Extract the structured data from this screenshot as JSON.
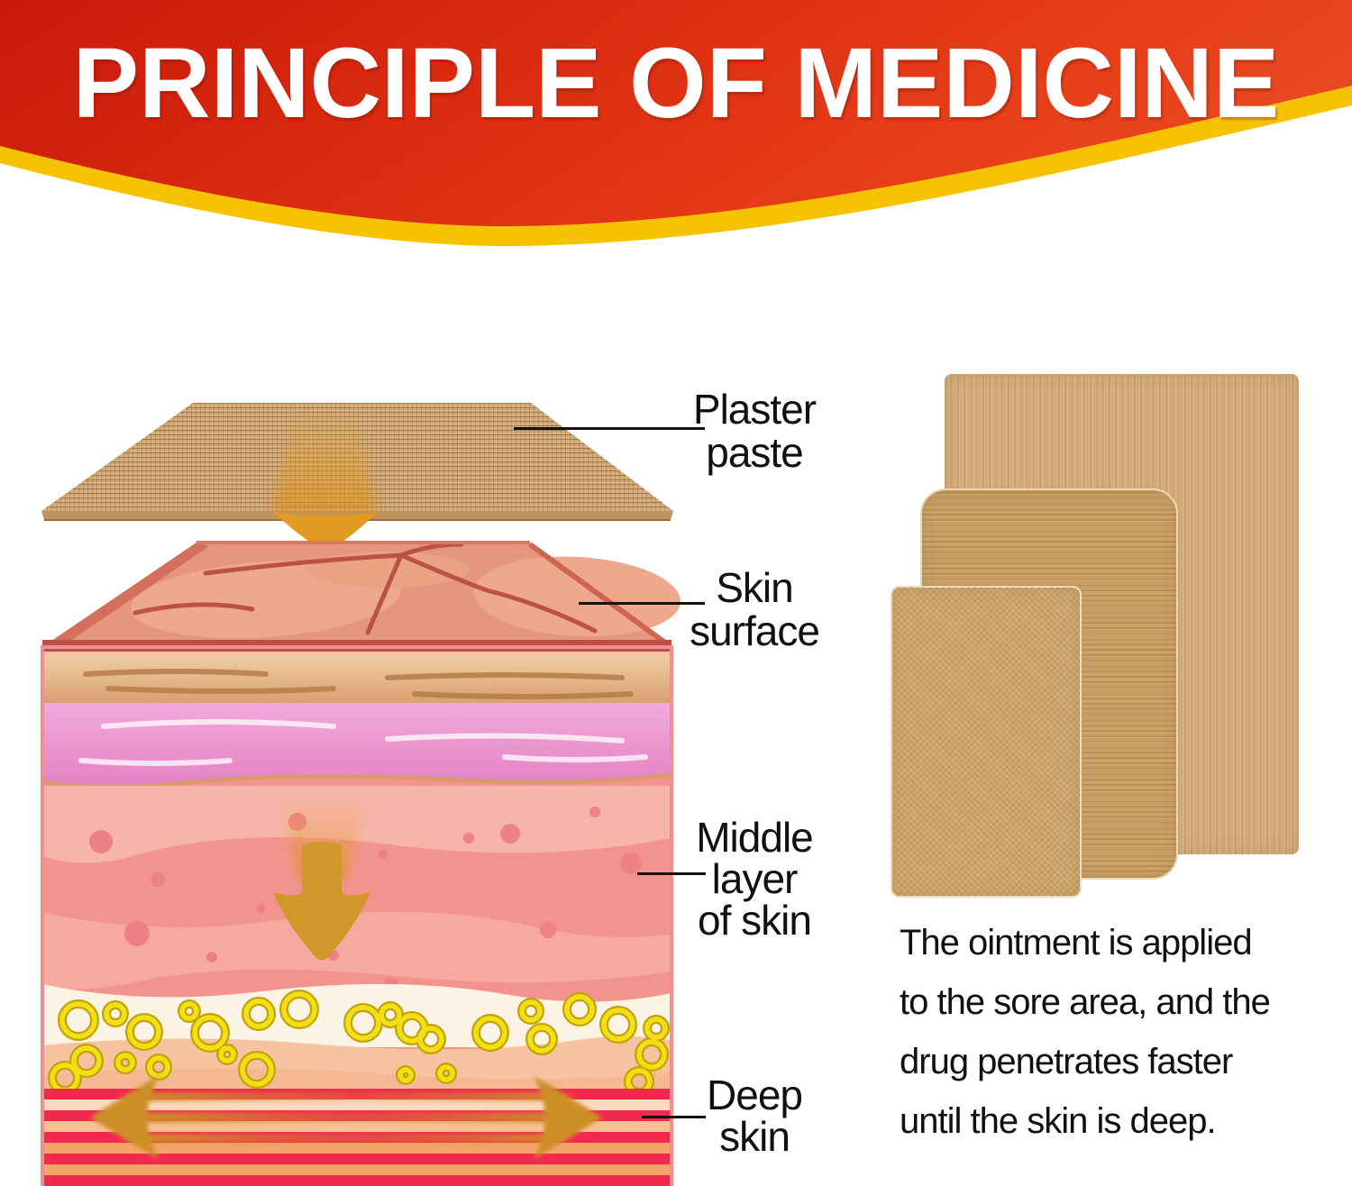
{
  "banner": {
    "title": "PRINCIPLE OF MEDICINE",
    "red_dark": "#c91a0c",
    "red_bright": "#e8481f",
    "yellow_wave": "#f6c303"
  },
  "labels": {
    "plaster_paste": {
      "line1": "Plaster",
      "line2": "paste"
    },
    "skin_surface": {
      "line1": "Skin",
      "line2": "surface"
    },
    "middle_layer": {
      "line1": "Middle",
      "line2": "layer",
      "line3": "of skin"
    },
    "deep_skin": {
      "line1": "Deep",
      "line2": "skin"
    }
  },
  "caption": {
    "line1": "The ointment is applied",
    "line2": "to the sore area, and the",
    "line3": "drug penetrates faster",
    "line4": "until the skin is deep."
  },
  "icons": {
    "penetration_arrow_down": "gold downward arrow",
    "spread_arrow_horizontal": "gold double-headed arrow",
    "arrow_color": "#d0972b"
  },
  "palette": {
    "patch_tan": "#d0a770",
    "skin_surface_top": "#e5967c",
    "epidermis_tan": "#dfa878",
    "orchid_layer": "#e88cc8",
    "middle_layer_pink": "#f2938e",
    "fat_cell_yellow": "#f2df16",
    "deep_skin_red": "#f2294f",
    "deep_skin_orange": "#f5a469",
    "label_text": "#101010"
  }
}
